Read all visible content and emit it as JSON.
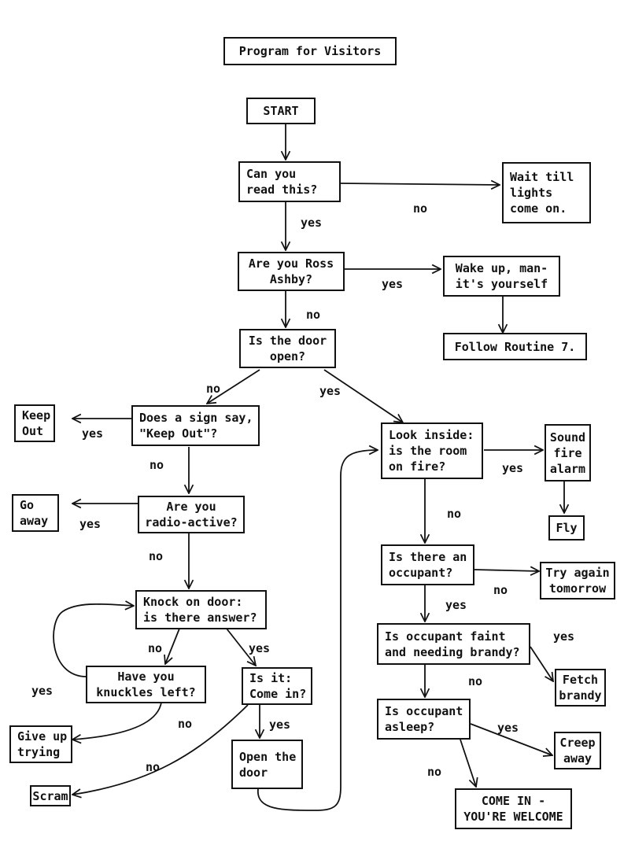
{
  "title": "Program for Visitors",
  "nodes": {
    "start": [
      "START"
    ],
    "read": [
      "Can you",
      "read this?"
    ],
    "wait": [
      "Wait till",
      "lights",
      "come on."
    ],
    "ross": [
      "Are you Ross",
      "Ashby?"
    ],
    "wake": [
      "Wake up, man-",
      "it's yourself"
    ],
    "routine": [
      "Follow Routine 7."
    ],
    "door": [
      "Is the door",
      "open?"
    ],
    "sign": [
      "Does a sign say,",
      "\"Keep Out\"?"
    ],
    "keepout": [
      "Keep",
      "Out"
    ],
    "radio": [
      "Are you",
      "radio-active?"
    ],
    "goaway": [
      "Go",
      "away"
    ],
    "knock": [
      "Knock on door:",
      "is there answer?"
    ],
    "knuckles": [
      "Have you",
      "knuckles left?"
    ],
    "giveup": [
      "Give up",
      "trying"
    ],
    "scram": [
      "Scram"
    ],
    "comein": [
      "Is it:",
      "Come in?"
    ],
    "opendoor": [
      "Open the",
      "door"
    ],
    "look": [
      "Look inside:",
      "is the room",
      "on fire?"
    ],
    "alarm": [
      "Sound",
      "fire",
      "alarm"
    ],
    "fly": [
      "Fly"
    ],
    "occupant": [
      "Is there an",
      "occupant?"
    ],
    "tryagain": [
      "Try again",
      "tomorrow"
    ],
    "faint": [
      "Is occupant faint",
      "and needing brandy?"
    ],
    "brandy": [
      "Fetch",
      "brandy"
    ],
    "asleep": [
      "Is occupant",
      "asleep?"
    ],
    "creep": [
      "Creep",
      "away"
    ],
    "welcome": [
      "COME IN -",
      "YOU'RE WELCOME"
    ]
  },
  "edge_labels": {
    "read_no": "no",
    "read_yes": "yes",
    "ross_yes": "yes",
    "ross_no": "no",
    "door_no": "no",
    "door_yes": "yes",
    "sign_yes": "yes",
    "sign_no": "no",
    "radio_yes": "yes",
    "radio_no": "no",
    "knock_no": "no",
    "knock_yes": "yes",
    "knuckles_yes": "yes",
    "knuckles_no": "no",
    "comein_yes": "yes",
    "comein_no": "no",
    "look_yes": "yes",
    "look_no": "no",
    "occupant_no": "no",
    "occupant_yes": "yes",
    "faint_yes": "yes",
    "faint_no": "no",
    "asleep_yes": "yes",
    "asleep_no": "no"
  }
}
